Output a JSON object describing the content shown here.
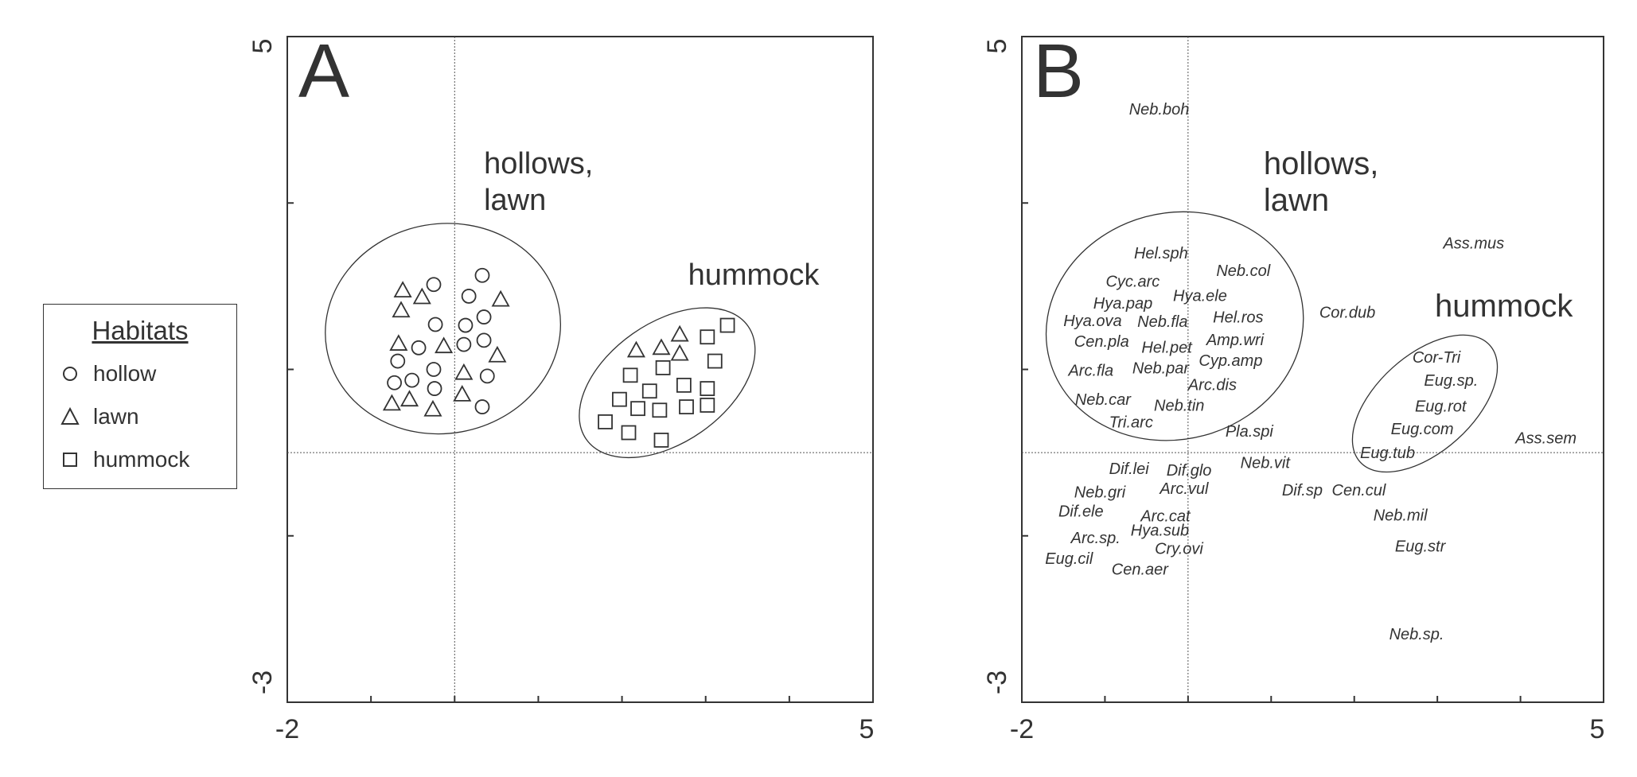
{
  "chart_data": [
    {
      "type": "scatter",
      "panel_label": "A",
      "xlim": [
        -2,
        5
      ],
      "ylim": [
        -3,
        5
      ],
      "x_tick_labels": [
        "-2",
        "5"
      ],
      "y_tick_labels": [
        "5",
        "-3"
      ],
      "reference_lines": {
        "x": 0,
        "y": 0
      },
      "annotations": [
        {
          "text": "hollows,",
          "line2": "lawn"
        },
        {
          "text": "hummock"
        }
      ],
      "legend": {
        "title": "Habitats",
        "placement": "left-outside",
        "entries": [
          {
            "label": "hollow",
            "marker": "circle"
          },
          {
            "label": "lawn",
            "marker": "triangle"
          },
          {
            "label": "hummock",
            "marker": "square"
          }
        ]
      },
      "series": [
        {
          "name": "hollow",
          "marker": "circle",
          "points": [
            [
              -0.25,
              2.02
            ],
            [
              0.33,
              2.13
            ],
            [
              0.17,
              1.88
            ],
            [
              0.35,
              1.63
            ],
            [
              -0.23,
              1.54
            ],
            [
              0.13,
              1.53
            ],
            [
              -0.43,
              1.26
            ],
            [
              0.11,
              1.3
            ],
            [
              0.35,
              1.35
            ],
            [
              -0.68,
              1.1
            ],
            [
              -0.25,
              1.0
            ],
            [
              0.39,
              0.92
            ],
            [
              -0.72,
              0.84
            ],
            [
              -0.51,
              0.87
            ],
            [
              -0.24,
              0.77
            ],
            [
              0.33,
              0.55
            ]
          ]
        },
        {
          "name": "lawn",
          "marker": "triangle",
          "points": [
            [
              -0.62,
              1.95
            ],
            [
              -0.39,
              1.87
            ],
            [
              0.55,
              1.84
            ],
            [
              -0.64,
              1.71
            ],
            [
              -0.67,
              1.31
            ],
            [
              -0.13,
              1.28
            ],
            [
              0.51,
              1.17
            ],
            [
              0.11,
              0.96
            ],
            [
              -0.75,
              0.59
            ],
            [
              -0.54,
              0.64
            ],
            [
              -0.26,
              0.52
            ],
            [
              0.09,
              0.7
            ],
            [
              2.17,
              1.23
            ],
            [
              2.47,
              1.26
            ],
            [
              2.69,
              1.42
            ],
            [
              2.69,
              1.19
            ]
          ]
        },
        {
          "name": "hummock",
          "marker": "square",
          "points": [
            [
              3.26,
              1.53
            ],
            [
              3.02,
              1.39
            ],
            [
              3.11,
              1.1
            ],
            [
              2.49,
              1.02
            ],
            [
              2.1,
              0.93
            ],
            [
              2.74,
              0.81
            ],
            [
              3.02,
              0.77
            ],
            [
              2.33,
              0.74
            ],
            [
              1.97,
              0.64
            ],
            [
              2.19,
              0.53
            ],
            [
              2.45,
              0.51
            ],
            [
              2.77,
              0.55
            ],
            [
              3.02,
              0.57
            ],
            [
              1.8,
              0.37
            ],
            [
              2.08,
              0.24
            ],
            [
              2.47,
              0.15
            ]
          ]
        }
      ],
      "ellipses": [
        {
          "group": "hollows, lawn",
          "cx": -0.14,
          "cy": 1.49,
          "rx": 1.41,
          "ry": 1.26,
          "angle": -10
        },
        {
          "group": "hummock",
          "cx": 2.54,
          "cy": 0.84,
          "rx": 1.18,
          "ry": 0.72,
          "angle": -35
        }
      ]
    },
    {
      "type": "scatter",
      "panel_label": "B",
      "xlim": [
        -2,
        5
      ],
      "ylim": [
        -3,
        5
      ],
      "x_tick_labels": [
        "-2",
        "5"
      ],
      "y_tick_labels": [
        "5",
        "-3"
      ],
      "reference_lines": {
        "x": 0,
        "y": 0
      },
      "annotations": [
        {
          "text": "hollows,",
          "line2": "lawn"
        },
        {
          "text": "hummock"
        }
      ],
      "species": [
        {
          "label": "Neb.boh",
          "x": -0.71,
          "y": 4.13
        },
        {
          "label": "Hel.sph",
          "x": -0.65,
          "y": 2.4
        },
        {
          "label": "Neb.col",
          "x": 0.34,
          "y": 2.19
        },
        {
          "label": "Cyc.arc",
          "x": -0.99,
          "y": 2.06
        },
        {
          "label": "Hya.ele",
          "x": -0.18,
          "y": 1.89
        },
        {
          "label": "Hya.pap",
          "x": -1.14,
          "y": 1.8
        },
        {
          "label": "Hel.ros",
          "x": 0.3,
          "y": 1.63
        },
        {
          "label": "Hya.ova",
          "x": -1.5,
          "y": 1.59
        },
        {
          "label": "Neb.fla",
          "x": -0.61,
          "y": 1.58
        },
        {
          "label": "Cor.dub",
          "x": 1.58,
          "y": 1.69
        },
        {
          "label": "Cen.pla",
          "x": -1.37,
          "y": 1.34
        },
        {
          "label": "Amp.wri",
          "x": 0.22,
          "y": 1.36
        },
        {
          "label": "Hel.pet",
          "x": -0.56,
          "y": 1.27
        },
        {
          "label": "Cyp.amp",
          "x": 0.13,
          "y": 1.11
        },
        {
          "label": "Arc.fla",
          "x": -1.44,
          "y": 0.99
        },
        {
          "label": "Neb.par",
          "x": -0.67,
          "y": 1.02
        },
        {
          "label": "Arc.dis",
          "x": 0.0,
          "y": 0.82
        },
        {
          "label": "Neb.car",
          "x": -1.36,
          "y": 0.64
        },
        {
          "label": "Neb.tin",
          "x": -0.41,
          "y": 0.57
        },
        {
          "label": "Tri.arc",
          "x": -0.95,
          "y": 0.37
        },
        {
          "label": "Pla.spi",
          "x": 0.45,
          "y": 0.26
        },
        {
          "label": "Ass.mus",
          "x": 3.07,
          "y": 2.52
        },
        {
          "label": "Cor-Tri",
          "x": 2.7,
          "y": 1.15
        },
        {
          "label": "Eug.sp.",
          "x": 2.84,
          "y": 0.87
        },
        {
          "label": "Eug.rot",
          "x": 2.73,
          "y": 0.56
        },
        {
          "label": "Eug.com",
          "x": 2.44,
          "y": 0.29
        },
        {
          "label": "Eug.tub",
          "x": 2.07,
          "y": 0.0
        },
        {
          "label": "Ass.sem",
          "x": 3.94,
          "y": 0.18
        },
        {
          "label": "Dif.lei",
          "x": -0.95,
          "y": -0.19
        },
        {
          "label": "Dif.glo",
          "x": -0.26,
          "y": -0.21
        },
        {
          "label": "Neb.vit",
          "x": 0.63,
          "y": -0.12
        },
        {
          "label": "Arc.vul",
          "x": -0.34,
          "y": -0.43
        },
        {
          "label": "Neb.gri",
          "x": -1.37,
          "y": -0.47
        },
        {
          "label": "Dif.sp",
          "x": 1.13,
          "y": -0.45
        },
        {
          "label": "Cen.cul",
          "x": 1.73,
          "y": -0.45
        },
        {
          "label": "Dif.ele",
          "x": -1.56,
          "y": -0.7
        },
        {
          "label": "Arc.cat",
          "x": -0.57,
          "y": -0.76
        },
        {
          "label": "Neb.mil",
          "x": 2.23,
          "y": -0.75
        },
        {
          "label": "Hya.sub",
          "x": -0.69,
          "y": -0.93
        },
        {
          "label": "Arc.sp.",
          "x": -1.41,
          "y": -1.02
        },
        {
          "label": "Cry.ovi",
          "x": -0.4,
          "y": -1.15
        },
        {
          "label": "Eug.str",
          "x": 2.49,
          "y": -1.12
        },
        {
          "label": "Eug.cil",
          "x": -1.72,
          "y": -1.27
        },
        {
          "label": "Cen.aer",
          "x": -0.92,
          "y": -1.4
        },
        {
          "label": "Neb.sp.",
          "x": 2.42,
          "y": -2.18
        }
      ],
      "ellipses": [
        {
          "group": "hollows, lawn",
          "cx": -0.16,
          "cy": 1.52,
          "rx": 1.56,
          "ry": 1.36,
          "angle": -15
        },
        {
          "group": "hummock",
          "cx": 2.85,
          "cy": 0.59,
          "rx": 1.05,
          "ry": 0.58,
          "angle": -42
        }
      ]
    }
  ],
  "colors": {
    "ink": "#333333",
    "background": "#ffffff"
  }
}
